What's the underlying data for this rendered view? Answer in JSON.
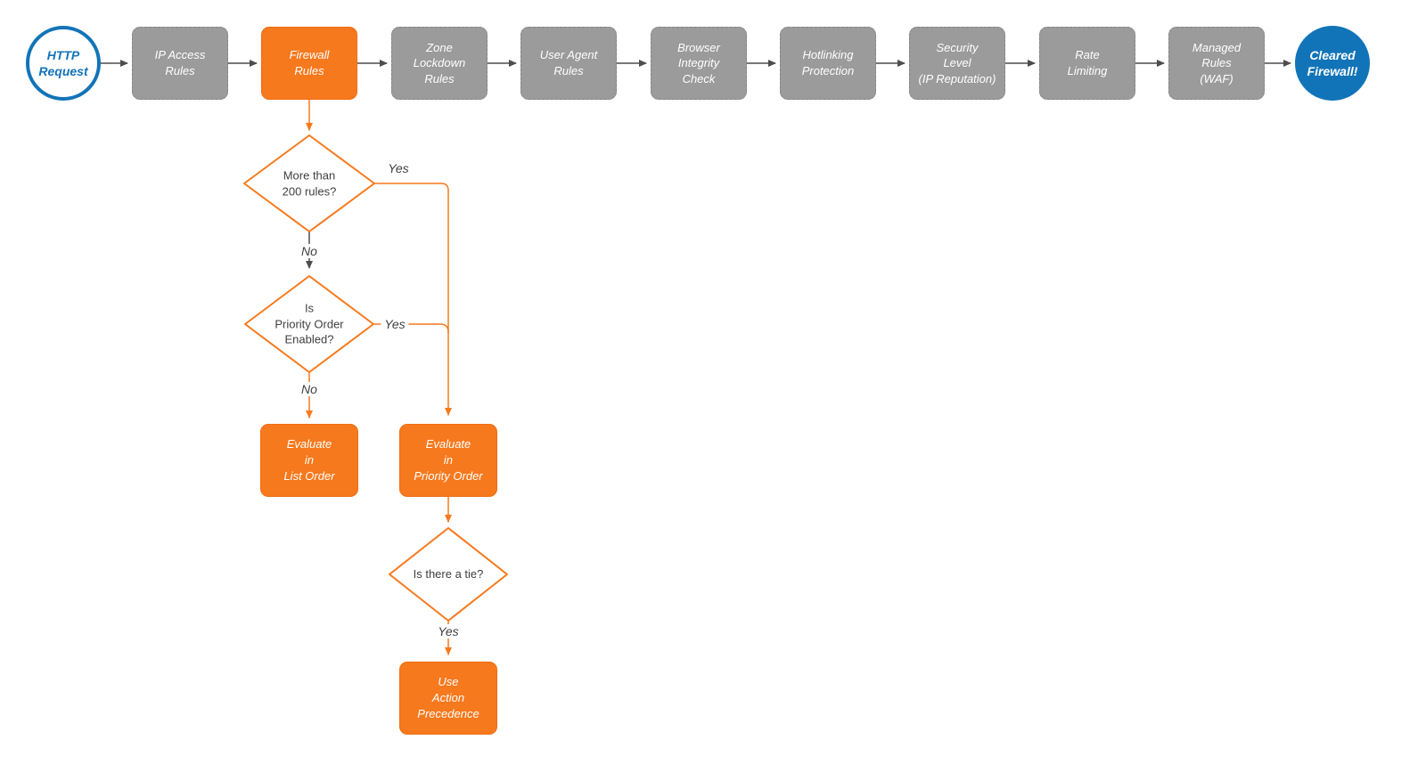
{
  "colors": {
    "orange": "#F7791D",
    "blue": "#1274B8",
    "gray_fill": "#9B9B9B",
    "arrow_gray": "#4D4D4D",
    "text_dark": "#3F3F3F",
    "white": "#FFFFFF"
  },
  "flow": {
    "start_label": "HTTP\nRequest",
    "stages": [
      {
        "label": "IP Access\nRules"
      },
      {
        "label": "Firewall\nRules"
      },
      {
        "label": "Zone\nLockdown\nRules"
      },
      {
        "label": "User Agent\nRules"
      },
      {
        "label": "Browser\nIntegrity\nCheck"
      },
      {
        "label": "Hotlinking\nProtection"
      },
      {
        "label": "Security\nLevel\n(IP Reputation)"
      },
      {
        "label": "Rate\nLimiting"
      },
      {
        "label": "Managed\nRules\n(WAF)"
      }
    ],
    "end_label": "Cleared\nFirewall!"
  },
  "firewall_subflow": {
    "decisions": [
      {
        "label": "More than\n200 rules?"
      },
      {
        "label": "Is\nPriority Order\nEnabled?"
      },
      {
        "label": "Is there a tie?"
      }
    ],
    "actions": [
      {
        "label": "Evaluate\nin\nList Order"
      },
      {
        "label": "Evaluate\nin\nPriority Order"
      },
      {
        "label": "Use\nAction\nPrecedence"
      }
    ],
    "edge_labels": {
      "yes1": "Yes",
      "no1": "No",
      "yes2": "Yes",
      "no2": "No",
      "yes3": "Yes"
    }
  }
}
